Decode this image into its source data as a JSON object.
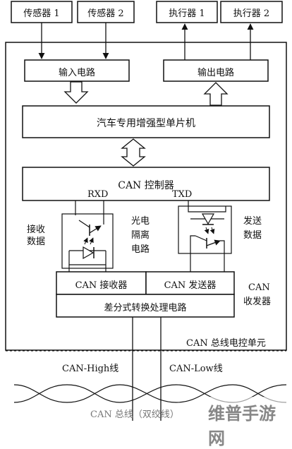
{
  "sensors": [
    "传感器 1",
    "传感器 2"
  ],
  "actuators": [
    "执行器 1",
    "执行器 2"
  ],
  "input_circuit": "输入电路",
  "output_circuit": "输出电路",
  "mcu": "汽车专用增强型单片机",
  "can_controller": "CAN 控制器",
  "rxd": "RXD",
  "txd": "TXD",
  "receive_data": [
    "接收",
    "数据"
  ],
  "send_data": [
    "发送",
    "数据"
  ],
  "optocoupler": [
    "光电",
    "隔离",
    "电路"
  ],
  "can_receiver": "CAN 接收器",
  "can_transmitter": "CAN 发送器",
  "diff_circuit": "差分式转换处理电路",
  "can_transceiver": [
    "CAN",
    "收发器"
  ],
  "ecu_label": "CAN 总线电控单元",
  "can_high": "CAN-High线",
  "can_low": "CAN-Low线",
  "bus_label": "CAN 总线（双绞线）",
  "watermark": "维普手游网"
}
